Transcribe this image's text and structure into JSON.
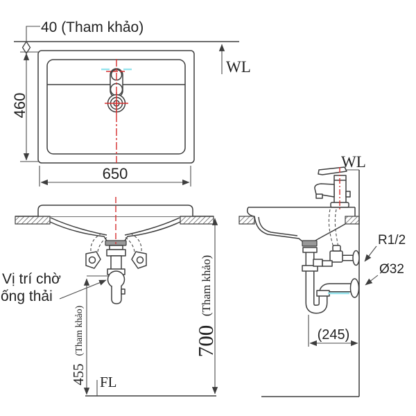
{
  "drawing": {
    "plan_view": {
      "offset_note": "40 (Tham khảo)",
      "water_level": "WL",
      "depth": "460",
      "width": "650"
    },
    "front_view": {
      "drain_note_line1": "Vị trí chờ",
      "drain_note_line2": "ống thải",
      "drain_height": "455",
      "drain_height_note": "(Tham khảo)",
      "rim_height": "700",
      "rim_height_note": "(Tham khảo)",
      "floor_level": "FL"
    },
    "side_view": {
      "water_level": "WL",
      "supply_thread": "R1/2",
      "drain_diameter": "Ø32",
      "trap_offset": "(245)"
    },
    "colors": {
      "line": "#3d3d3d",
      "centerline": "#d62f2f",
      "highlight": "#93e4ee"
    }
  }
}
